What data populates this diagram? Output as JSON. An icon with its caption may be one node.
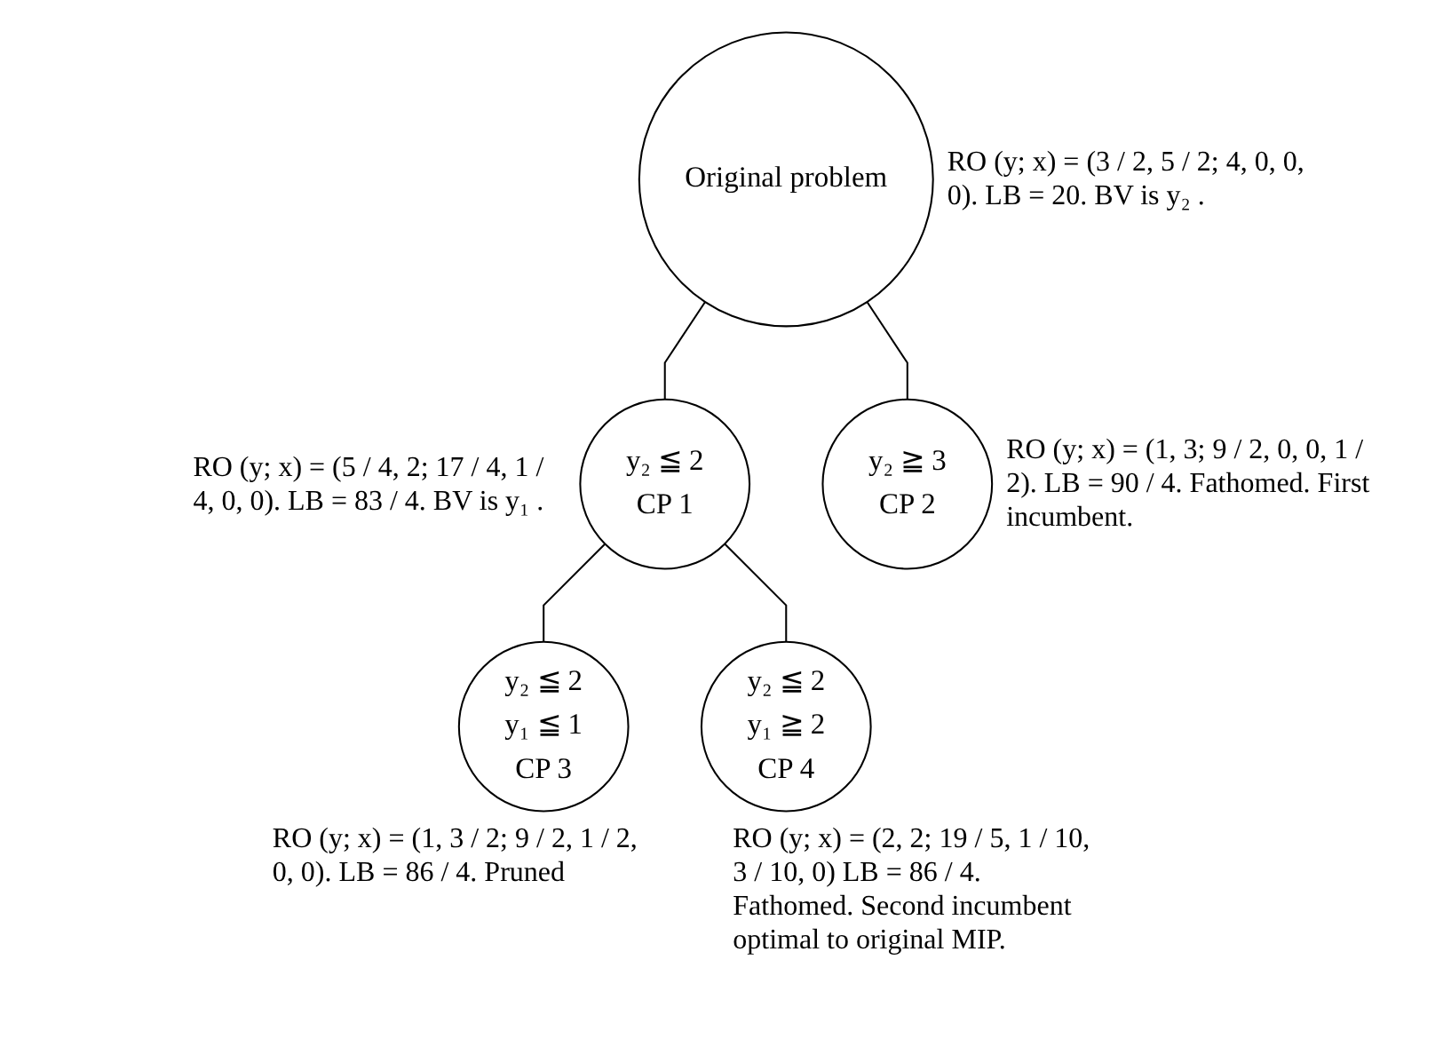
{
  "diagram": {
    "nodes": [
      {
        "text": [
          "Original problem"
        ],
        "beside": [
          "RO (y; x) = (3 / 2, 5 / 2; 4, 0, 0, 0). LB = 20. BV is y₂ ."
        ]
      },
      {
        "text": [
          "y₂ ≦ 2",
          "CP 1"
        ],
        "beside": [
          "RO (y; x) = (5 / 4, 2; 17 / 4, 1 / 4, 0, 0). LB = 83 / 4. BV is y₁ ."
        ]
      },
      {
        "text": [
          "y₂ ≧ 3",
          "CP 2"
        ],
        "beside": [
          "RO (y; x) = (1, 3; 9 / 2, 0, 0, 1 / 2). LB = 90 / 4. Fathomed. First incumbent."
        ]
      },
      {
        "text": [
          "y₂ ≦ 2",
          "y₁ ≦ 1",
          "CP 3"
        ],
        "beside": [
          "RO (y; x) = (1, 3 / 2; 9 / 2, 1 / 2, 0, 0). LB = 86 / 4. Pruned"
        ]
      },
      {
        "text": [
          "y₂ ≦ 2",
          "y₁ ≧ 2",
          "CP 4"
        ],
        "beside": [
          "RO (y; x) = (2, 2; 19 / 5, 1 / 10, 3 / 10, 0) LB = 86 / 4. Fathomed. Second incumbent optimal to original MIP."
        ]
      }
    ],
    "edges": [
      {
        "from": 0,
        "to": 1,
        "arrow": "none"
      },
      {
        "from": 0,
        "to": 2,
        "arrow": "none"
      },
      {
        "from": 1,
        "to": 3,
        "arrow": "none"
      },
      {
        "from": 1,
        "to": 4,
        "arrow": "none"
      }
    ]
  }
}
